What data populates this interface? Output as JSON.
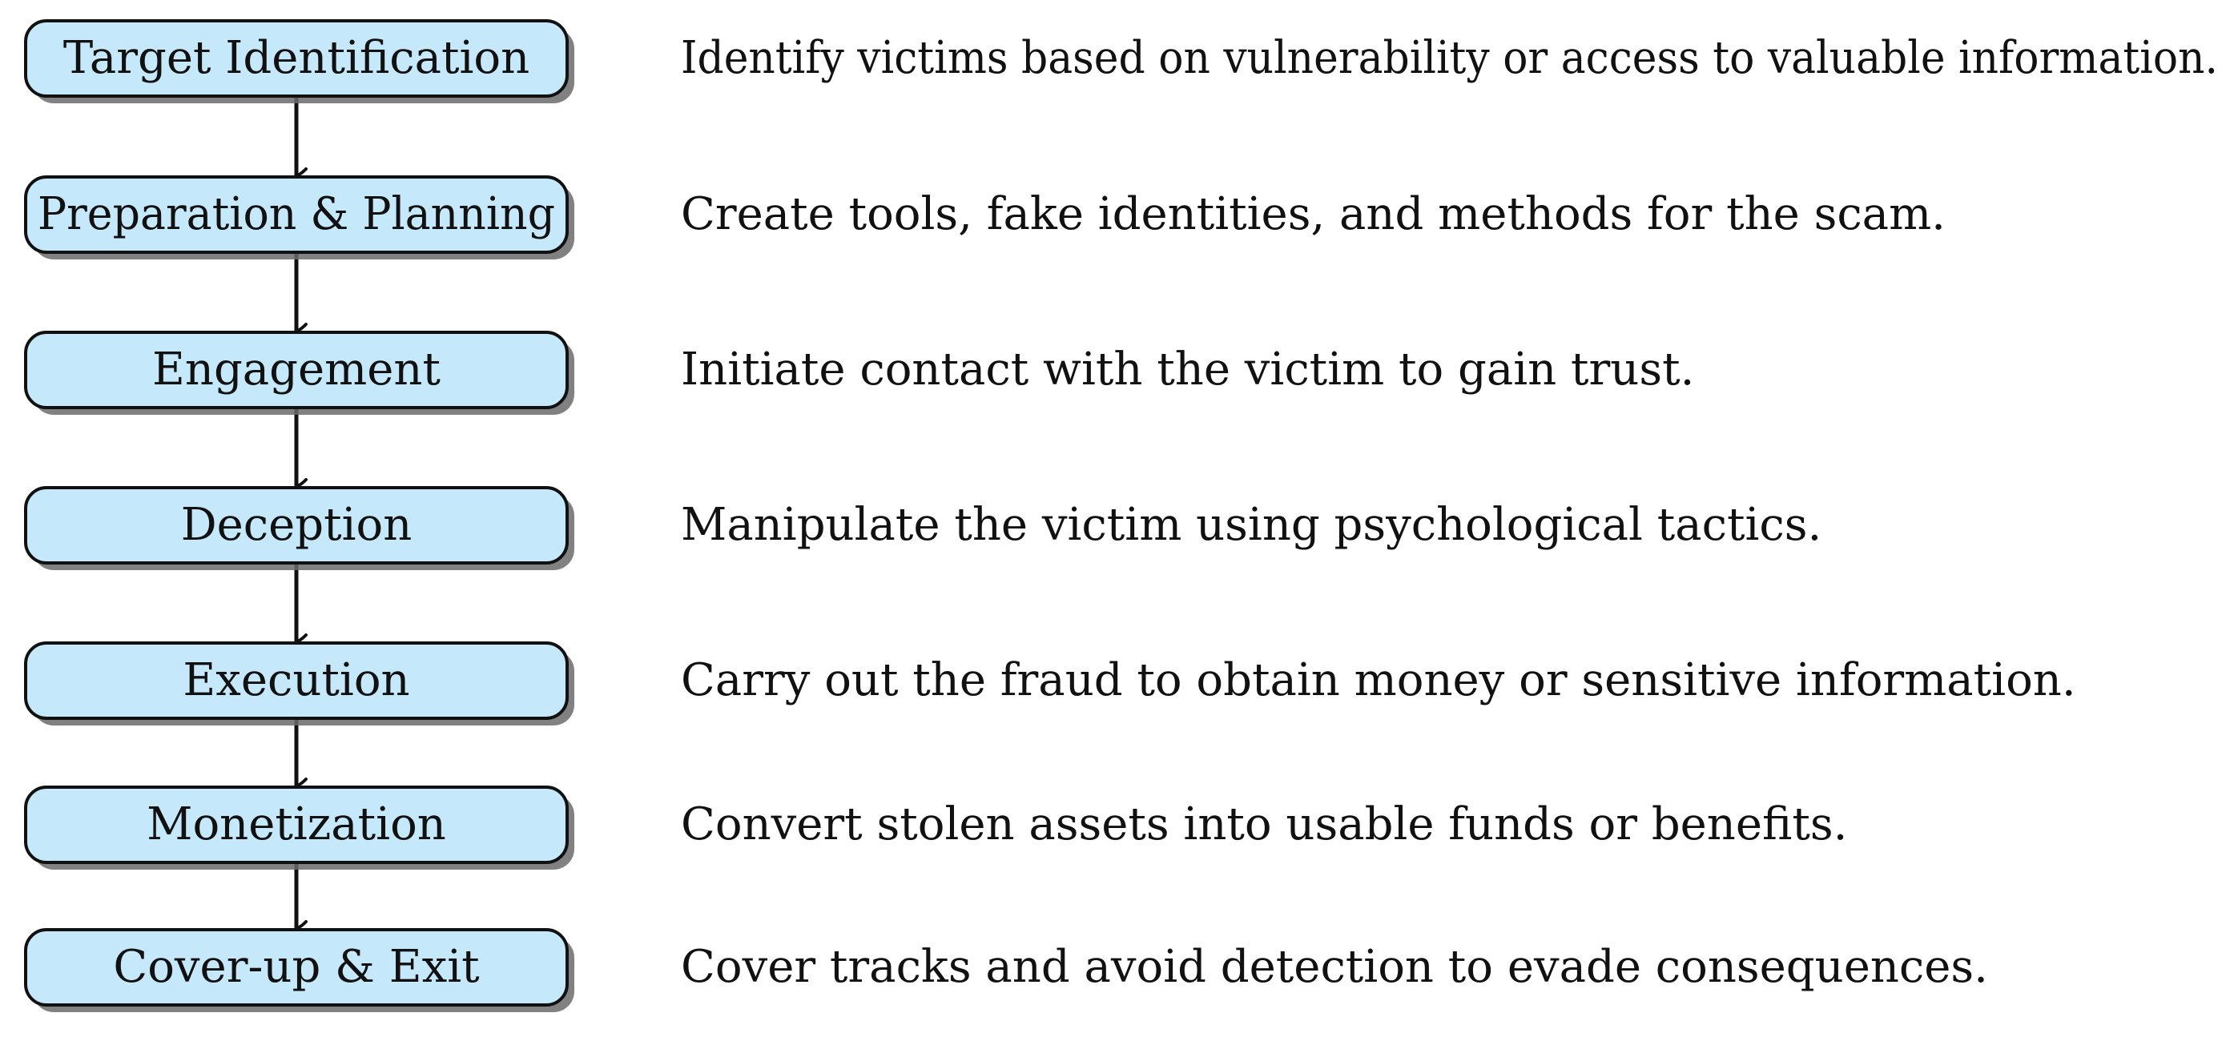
{
  "colors": {
    "box_fill": "#c6e8fb",
    "box_stroke": "#111111",
    "shadow": "#6b6b6b",
    "arrow": "#111111",
    "text": "#111111"
  },
  "stages": [
    {
      "label": "Target Identification",
      "description": "Identify victims based on vulnerability or access to valuable information."
    },
    {
      "label": "Preparation & Planning",
      "description": "Create tools, fake identities, and methods for the scam."
    },
    {
      "label": "Engagement",
      "description": "Initiate contact with the victim to gain trust."
    },
    {
      "label": "Deception",
      "description": "Manipulate the victim using psychological tactics."
    },
    {
      "label": "Execution",
      "description": "Carry out the fraud to obtain money or sensitive information."
    },
    {
      "label": "Monetization",
      "description": "Convert stolen assets into usable funds or benefits."
    },
    {
      "label": "Cover-up & Exit",
      "description": "Cover tracks and avoid detection to evade consequences."
    }
  ]
}
